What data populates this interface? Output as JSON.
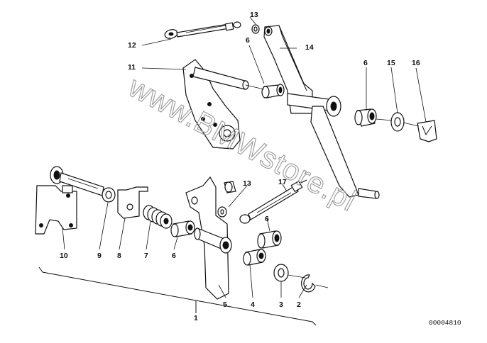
{
  "figure": {
    "drawing_number": "00004810",
    "watermark": "www.BMWstore.pl"
  },
  "callouts": {
    "p1": "1",
    "p2": "2",
    "p3": "3",
    "p4": "4",
    "p5": "5",
    "p6a": "6",
    "p6b": "6",
    "p6c": "6",
    "p6d": "6",
    "p7": "7",
    "p8": "8",
    "p9": "9",
    "p10": "10",
    "p11": "11",
    "p12": "12",
    "p13a": "13",
    "p13b": "13",
    "p14": "14",
    "p15": "15",
    "p16": "16",
    "p17": "17"
  }
}
